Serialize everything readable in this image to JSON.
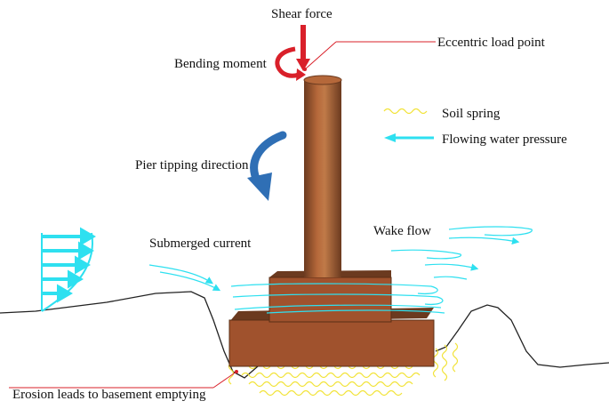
{
  "labels": {
    "shear_force": "Shear force",
    "eccentric_load_point": "Eccentric load point",
    "bending_moment": "Bending moment",
    "soil_spring": "Soil spring",
    "flowing_water_pressure": "Flowing water pressure",
    "pier_tipping_direction": "Pier tipping direction",
    "wake_flow": "Wake flow",
    "submerged_current": "Submerged current",
    "erosion": "Erosion leads to basement emptying"
  },
  "colors": {
    "pier": "#a0522d",
    "pier_dark": "#6b3a1f",
    "force_arrow": "#d9202a",
    "tipping_arrow": "#2f6fb5",
    "water": "#2ee0f0",
    "soil_spring": "#f2e33a",
    "ground": "#222222",
    "leader": "#d9202a"
  }
}
